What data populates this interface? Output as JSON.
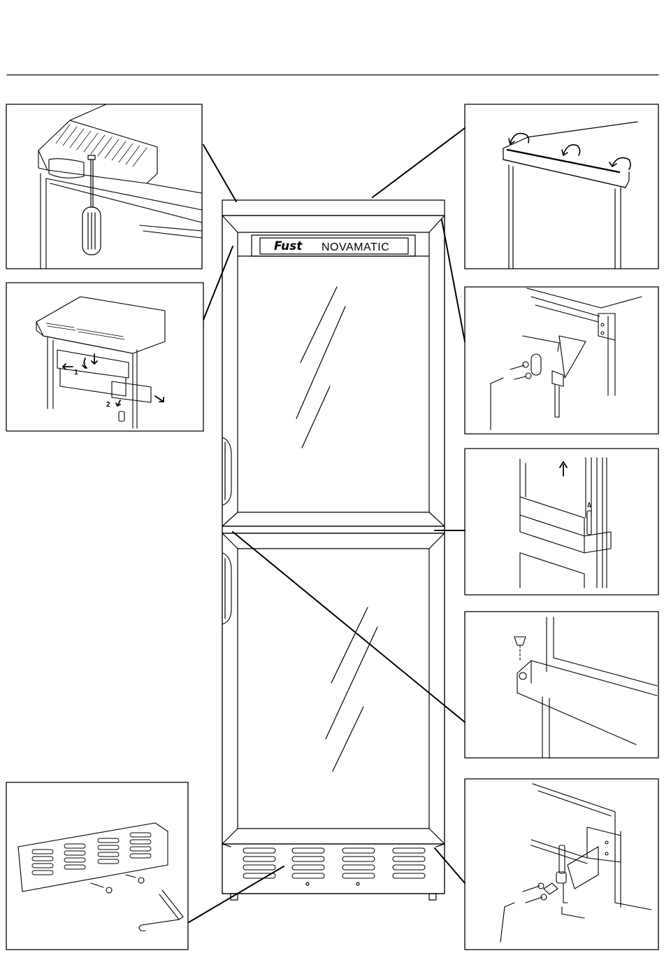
{
  "brand": {
    "fust": "Fust",
    "novamatic": "NOVAMATIC"
  },
  "panel_labels": {
    "step_one": "1",
    "step_two": "2"
  }
}
